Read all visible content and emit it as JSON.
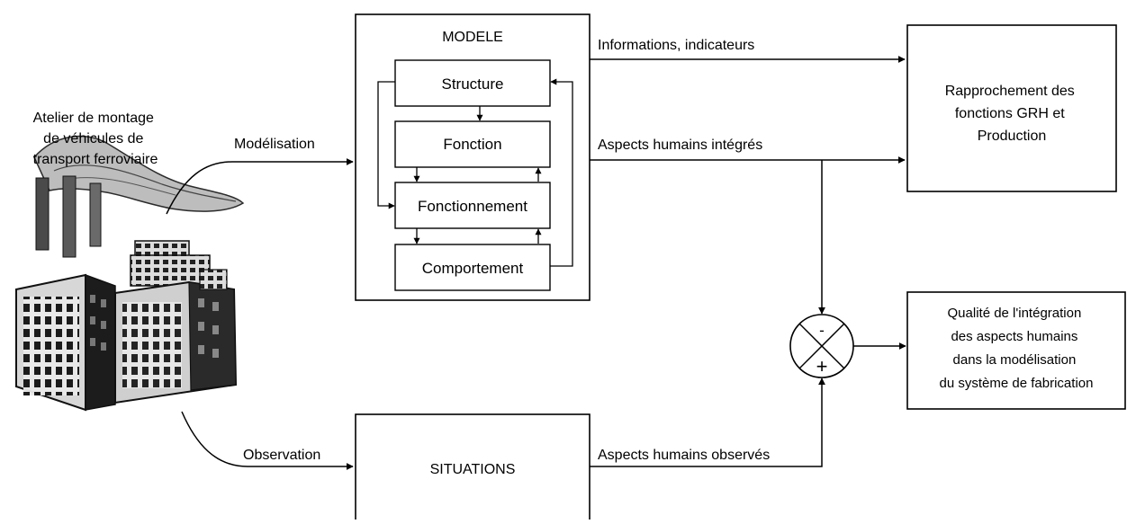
{
  "factory": {
    "caption_lines": [
      "Atelier de montage",
      "de véhicules de",
      "transport ferroviaire"
    ]
  },
  "flows": {
    "modelisation": "Modélisation",
    "observation": "Observation",
    "informations": "Informations, indicateurs",
    "aspects_integres": "Aspects humains intégrés",
    "aspects_observes": "Aspects humains observés"
  },
  "model": {
    "title": "MODELE",
    "layers": {
      "structure": "Structure",
      "fonction": "Fonction",
      "fonctionnement": "Fonctionnement",
      "comportement": "Comportement"
    }
  },
  "situations": {
    "title": "SITUATIONS"
  },
  "comparator": {
    "minus": "-",
    "plus": "+"
  },
  "outputs": {
    "rapprochement_lines": [
      "Rapprochement des",
      "fonctions GRH et",
      "Production"
    ],
    "qualite_lines": [
      "Qualité de l'intégration",
      "des aspects humains",
      "dans la modélisation",
      "du système de fabrication"
    ]
  }
}
